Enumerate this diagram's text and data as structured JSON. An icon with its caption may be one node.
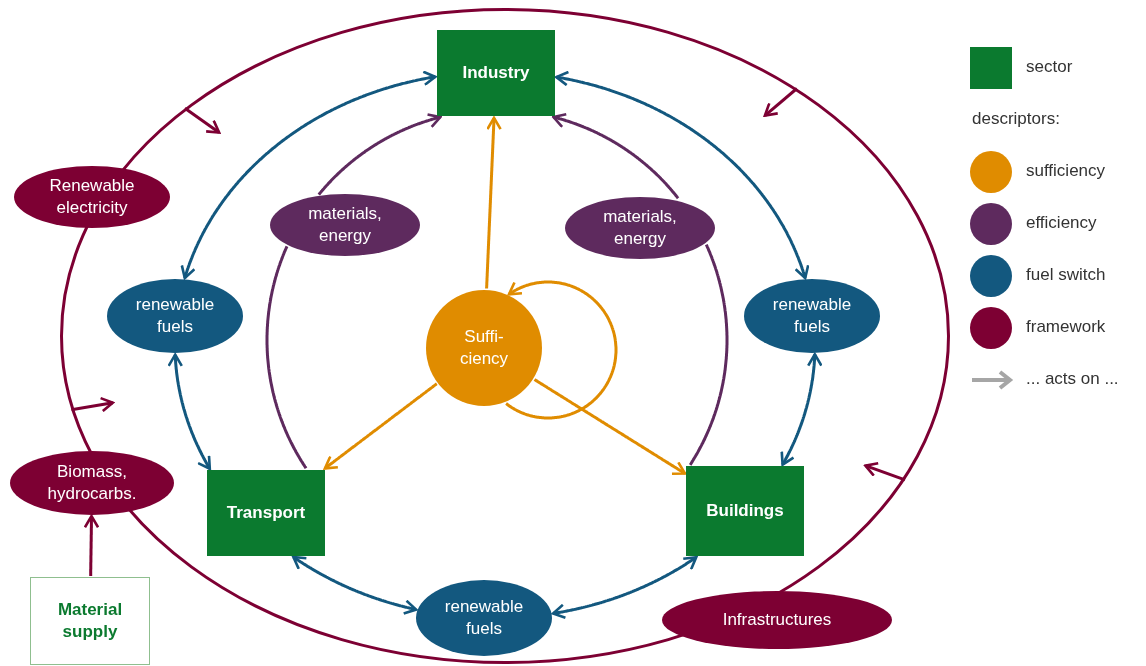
{
  "diagram": {
    "nodes": [
      {
        "text": [
          "Industry"
        ],
        "in": 13
      },
      {
        "text": [
          "Renewable electricity"
        ]
      },
      {
        "text": [
          "materials, energy"
        ],
        "in": 13
      },
      {
        "text": [
          "materials, energy"
        ],
        "in": 13
      },
      {
        "text": [
          "renewable fuels"
        ],
        "in": 13
      },
      {
        "text": [
          "Suffi- ciency"
        ],
        "in": 13
      },
      {
        "text": [
          "renewable fuels"
        ],
        "in": 13
      },
      {
        "text": [
          "Biomass, hydrocarbs."
        ]
      },
      {
        "text": [
          "Transport"
        ],
        "in": 13
      },
      {
        "text": [
          "Buildings"
        ],
        "in": 13
      },
      {
        "text": [
          "renewable fuels"
        ],
        "in": 13
      },
      {
        "text": [
          "Material supply"
        ]
      },
      {
        "text": [
          "Infrastructures"
        ]
      },
      {
        "text": [],
        "shape": "ellipse"
      }
    ],
    "edges": [
      {
        "from": 0,
        "to": 4,
        "arrow": "both",
        "color": "#13587f"
      },
      {
        "from": 0,
        "to": 6,
        "arrow": "both",
        "color": "#13587f"
      },
      {
        "from": 4,
        "to": 8,
        "arrow": "both",
        "color": "#13587f"
      },
      {
        "from": 6,
        "to": 9,
        "arrow": "both",
        "color": "#13587f"
      },
      {
        "from": 8,
        "to": 10,
        "arrow": "both",
        "color": "#13587f"
      },
      {
        "from": 10,
        "to": 9,
        "arrow": "both",
        "color": "#13587f"
      },
      {
        "from": 8,
        "to": 2,
        "arrow": "none",
        "color": "#5e2a5e"
      },
      {
        "from": 2,
        "to": 0,
        "arrow": "to",
        "color": "#5e2a5e"
      },
      {
        "from": 9,
        "to": 3,
        "arrow": "none",
        "color": "#5e2a5e"
      },
      {
        "from": 3,
        "to": 0,
        "arrow": "to",
        "color": "#5e2a5e"
      },
      {
        "from": 5,
        "to": 0,
        "arrow": "to",
        "color": "#e08c00"
      },
      {
        "from": 5,
        "to": 8,
        "arrow": "to",
        "color": "#e08c00"
      },
      {
        "from": 5,
        "to": 9,
        "arrow": "to",
        "color": "#e08c00"
      },
      {
        "from": 5,
        "to": 5,
        "arrow": "to",
        "color": "#e08c00"
      },
      {
        "from": 11,
        "to": 7,
        "arrow": "to",
        "color": "#7d0033"
      },
      {
        "from": 13,
        "to": null,
        "arrow": "to",
        "color": "#7d0033"
      },
      {
        "from": 13,
        "to": null,
        "arrow": "to",
        "color": "#7d0033"
      },
      {
        "from": 13,
        "to": null,
        "arrow": "to",
        "color": "#7d0033"
      },
      {
        "from": 13,
        "to": null,
        "arrow": "to",
        "color": "#7d0033"
      }
    ],
    "labels": [
      "descriptors:"
    ],
    "legend": [
      {
        "text": "sector",
        "color": "#0b7a2f"
      },
      {
        "text": "sufficiency",
        "color": "#e08c00"
      },
      {
        "text": "efficiency",
        "color": "#5e2a5e"
      },
      {
        "text": "fuel switch",
        "color": "#13587f"
      },
      {
        "text": "framework",
        "color": "#7d0033"
      },
      {
        "text": "... acts on ..."
      }
    ]
  }
}
